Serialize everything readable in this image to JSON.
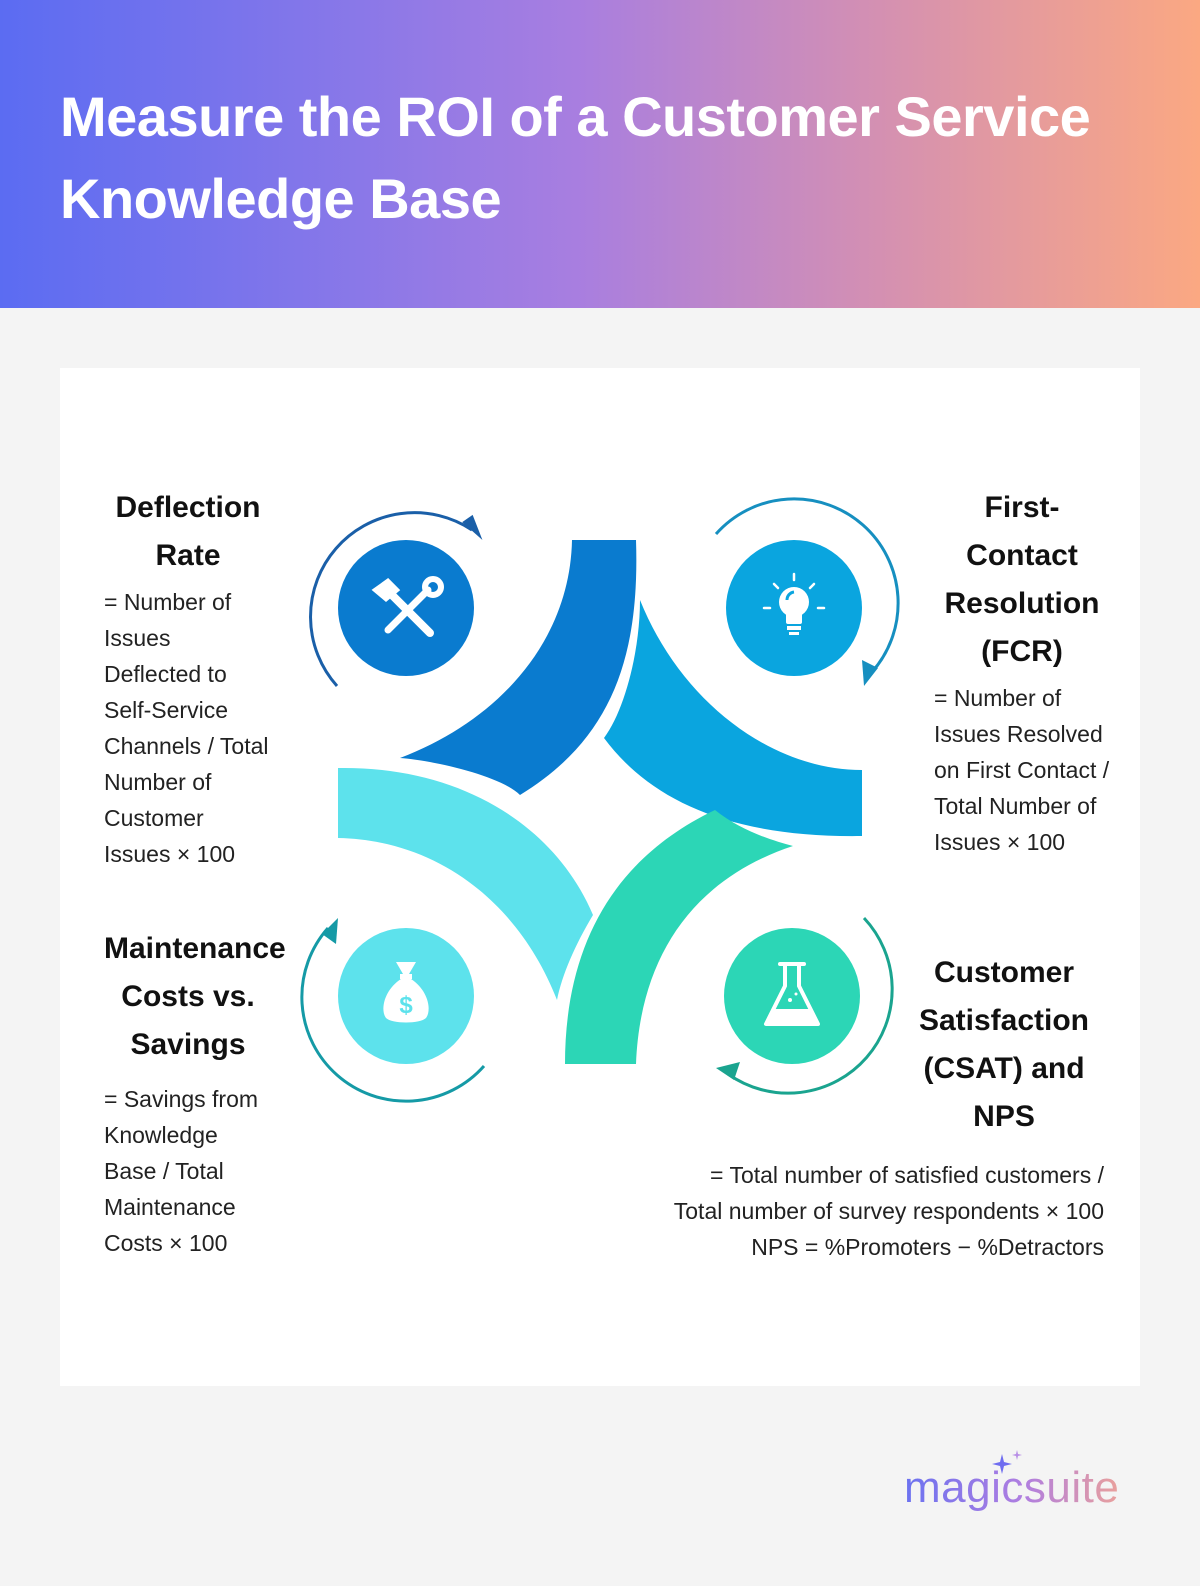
{
  "header": {
    "title": "Measure the ROI of a Customer Service Knowledge Base"
  },
  "metrics": {
    "deflection": {
      "title": "Deflection Rate",
      "formula": "= Number of Issues Deflected to Self-Service Channels / Total Number of Customer Issues × 100",
      "icon": "tools-icon",
      "color": "#0a7bcf"
    },
    "fcr": {
      "title": "First-Contact Resolution (FCR)",
      "formula": "= Number of Issues Resolved on First Contact / Total Number of Issues × 100",
      "icon": "lightbulb-icon",
      "color": "#0aa5df"
    },
    "maintenance": {
      "title": "Maintenance Costs vs. Savings",
      "formula": "= Savings from Knowledge Base / Total Maintenance Costs × 100",
      "icon": "money-bag-icon",
      "color": "#5de2ec"
    },
    "csat": {
      "title": "Customer Satisfaction (CSAT) and NPS",
      "formula": "= Total number of satisfied customers /\nTotal number of survey respondents × 100\nNPS = %Promoters − %Detractors",
      "icon": "flask-icon",
      "color": "#2cd6b6"
    }
  },
  "brand": {
    "name": "magicsuite"
  }
}
